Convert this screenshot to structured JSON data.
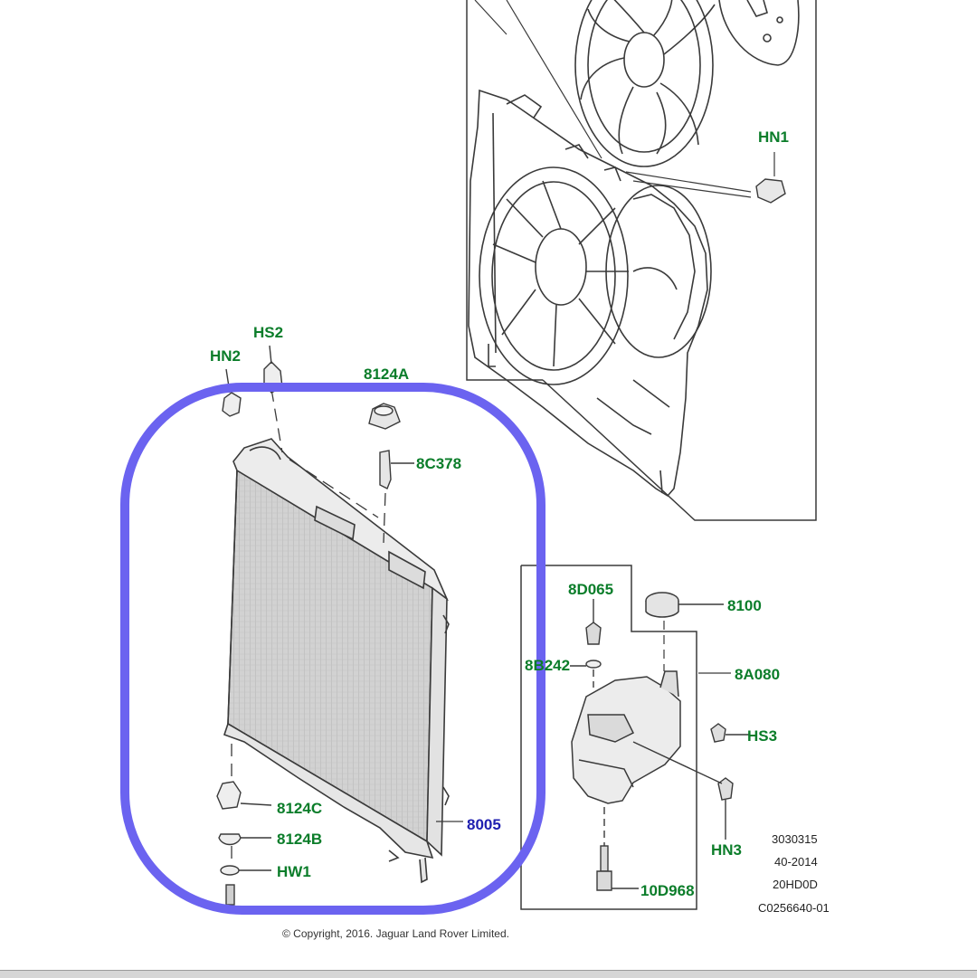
{
  "diagram": {
    "part_labels": {
      "hn1": "HN1",
      "hs2": "HS2",
      "hn2": "HN2",
      "p8124a": "8124A",
      "p8c378": "8C378",
      "p8d065": "8D065",
      "p8100": "8100",
      "p8b242": "8B242",
      "p8a080": "8A080",
      "hs3": "HS3",
      "p8124c": "8124C",
      "p8124b": "8124B",
      "hw1": "HW1",
      "p8005": "8005",
      "hn3": "HN3",
      "p10d968": "10D968"
    },
    "reference_block": {
      "line1": "3030315",
      "line2": "40-2014",
      "line3": "20HD0D",
      "line4": "C0256640-01"
    },
    "copyright": "© Copyright, 2016. Jaguar Land Rover Limited.",
    "colors": {
      "part_label_green": "#0b7d2a",
      "highlight_label_blue": "#1f1fb0",
      "highlight_outline": "#6b63f0",
      "line_art": "#3a3a3a"
    }
  }
}
